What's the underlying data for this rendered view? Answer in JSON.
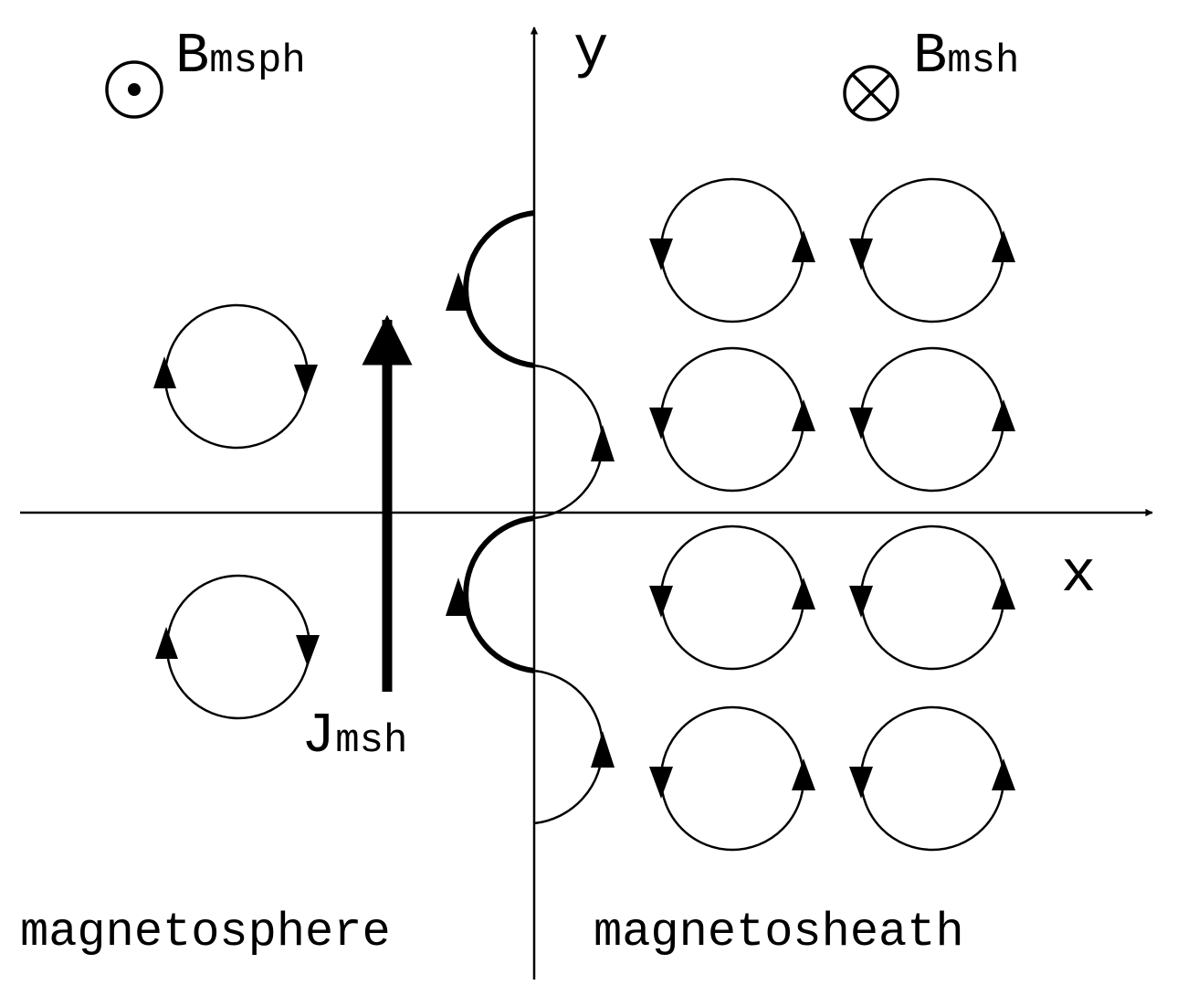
{
  "labels": {
    "b_msph_main": "B",
    "b_msph_sub": "msph",
    "b_msh_main": "B",
    "b_msh_sub": "msh",
    "j_msh_main": "J",
    "j_msh_sub": "msh",
    "y_axis": "y",
    "x_axis": "x",
    "region_left": "magnetosphere",
    "region_right": "magnetosheath"
  },
  "symbols": {
    "field_left": "dot-circle-icon",
    "field_right": "cross-circle-icon"
  },
  "orbits": {
    "magnetosphere": {
      "count": 2,
      "sense": "clockwise"
    },
    "magnetosheath": {
      "count": 8,
      "sense": "counterclockwise"
    }
  },
  "colors": {
    "ink": "#000000",
    "background": "#ffffff"
  }
}
